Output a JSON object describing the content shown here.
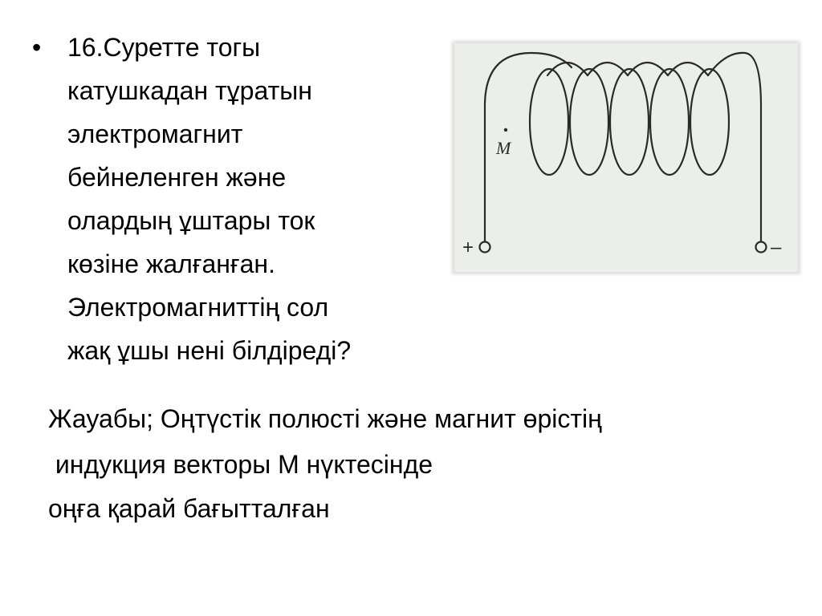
{
  "slide": {
    "bullet_symbol": "•",
    "question_lines": [
      "16.Суретте тогы",
      "катушкадан тұратын",
      "электромагнит",
      "бейнеленген және",
      "олардың ұштары ток",
      "көзіне жалғанған.",
      "Электромагниттің сол",
      "жақ ұшы нені білдіреді?"
    ],
    "figure": {
      "point_label": "M",
      "plus_label": "+",
      "minus_label": "–"
    },
    "answer_lines": [
      "Жауабы; Оңтүстік полюсті және магнит өрістің",
      " индукция векторы М нүктесінде",
      "оңға қарай бағытталған"
    ]
  }
}
